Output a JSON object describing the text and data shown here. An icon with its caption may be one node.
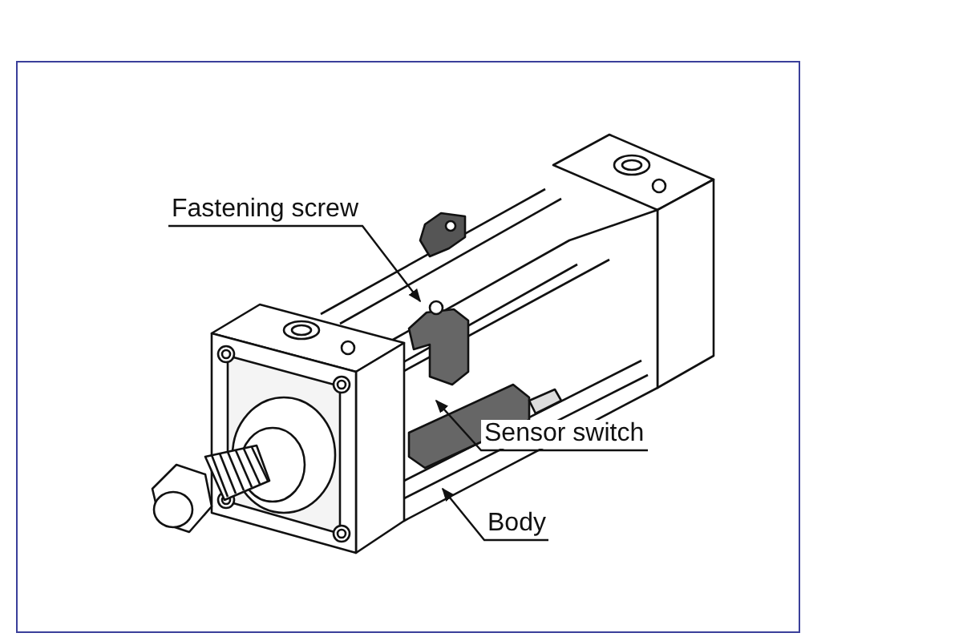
{
  "diagram": {
    "nodes": [
      {
        "text": [
          "Fastening screw"
        ]
      },
      {
        "text": [
          "Sensor switch"
        ]
      },
      {
        "text": [
          "Body"
        ]
      }
    ],
    "edges": [
      {
        "from": 0,
        "to": null,
        "arrow": "to"
      },
      {
        "from": 1,
        "to": null,
        "arrow": "to"
      },
      {
        "from": 2,
        "to": null,
        "arrow": "to"
      }
    ]
  }
}
